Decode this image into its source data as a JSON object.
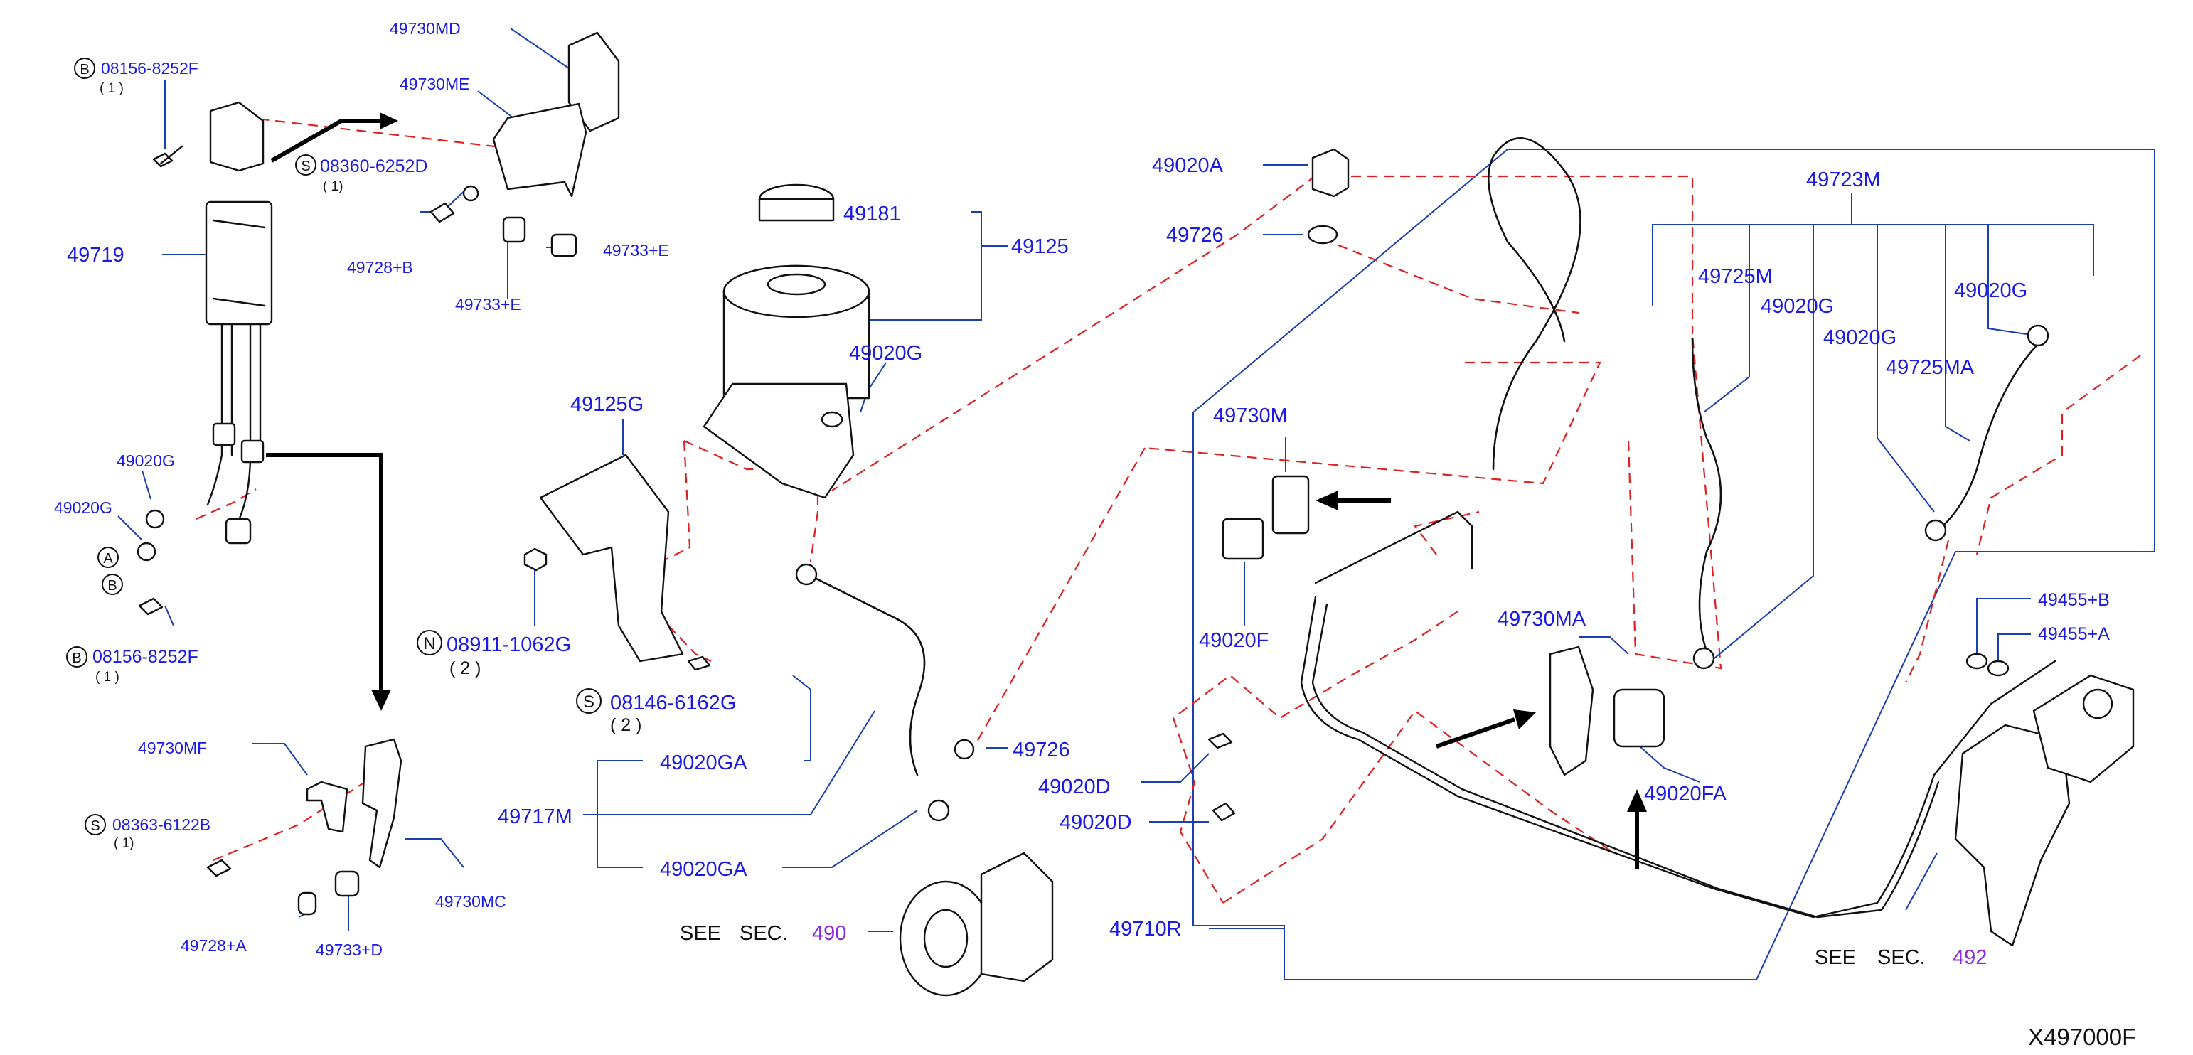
{
  "diagram_id": "X497000F",
  "labels": {
    "p49730MD": "49730MD",
    "p49730ME": "49730ME",
    "b08156_top": "08156-8252F",
    "b08156_top_qty": "( 1 )",
    "s08360": "08360-6252D",
    "s08360_qty": "( 1)",
    "p49719": "49719",
    "p49728B": "49728+B",
    "p49733E_a": "49733+E",
    "p49733E_b": "49733+E",
    "p49020G_left1": "49020G",
    "p49020G_left2": "49020G",
    "b08156_bot": "08156-8252F",
    "b08156_bot_qty": "( 1 )",
    "p49730MF": "49730MF",
    "s08363": "08363-6122B",
    "s08363_qty": "( 1)",
    "p49730MC": "49730MC",
    "p49728A": "49728+A",
    "p49733D": "49733+D",
    "p49181": "49181",
    "p49125": "49125",
    "p49020G_res": "49020G",
    "p49125G": "49125G",
    "n08911": "08911-1062G",
    "n08911_qty": "( 2 )",
    "s08146": "08146-6162G",
    "s08146_qty": "( 2 )",
    "p49020GA_a": "49020GA",
    "p49717M": "49717M",
    "p49020GA_b": "49020GA",
    "p49726_low": "49726",
    "see": "SEE",
    "sec": "SEC.",
    "sec490": "490",
    "p49020A": "49020A",
    "p49726_top": "49726",
    "p49723M": "49723M",
    "p49725M": "49725M",
    "p49020G_r1": "49020G",
    "p49020G_r2": "49020G",
    "p49020G_r3": "49020G",
    "p49725MA": "49725MA",
    "p49730M": "49730M",
    "p49020F": "49020F",
    "p49730MA": "49730MA",
    "p49020FA": "49020FA",
    "p49020D_a": "49020D",
    "p49020D_b": "49020D",
    "p49710R": "49710R",
    "p49455B": "49455+B",
    "p49455A": "49455+A",
    "see2": "SEE",
    "sec2": "SEC.",
    "sec492": "492"
  },
  "callout_letters": {
    "B": "B",
    "S": "S",
    "N": "N",
    "A": "A"
  },
  "colors": {
    "label": "#1a1ae6",
    "leader": "#1a3fb0",
    "dashed": "#e02020",
    "section_link": "#8a2be2",
    "line_art": "#111111"
  }
}
